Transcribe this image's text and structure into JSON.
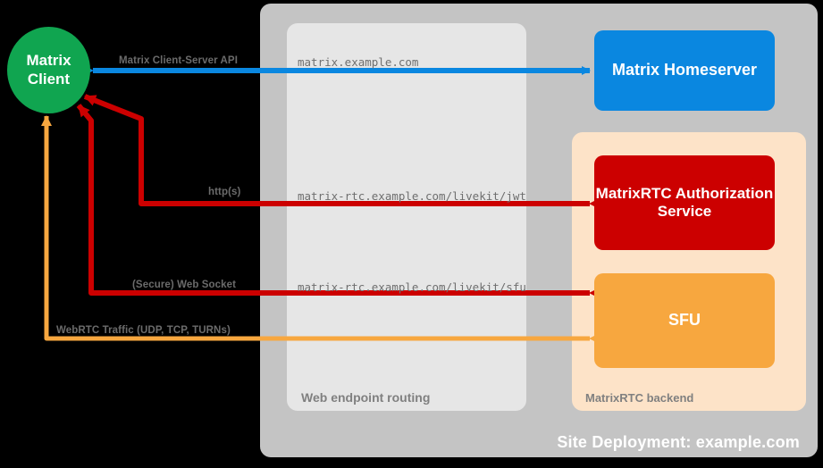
{
  "diagram": {
    "title": "MatrixRTC deployment topology",
    "background": "#000000"
  },
  "site": {
    "label": "Site Deployment: example.com",
    "color": "#c4c4c4"
  },
  "routing": {
    "label": "Web endpoint routing",
    "color": "#e6e6e6",
    "endpoints": [
      {
        "name": "matrix-endpoint",
        "url": "matrix.example.com"
      },
      {
        "name": "jwt-endpoint",
        "url": "matrix-rtc.example.com/livekit/jwt"
      },
      {
        "name": "sfu-endpoint",
        "url": "matrix-rtc.example.com/livekit/sfu"
      }
    ]
  },
  "backend": {
    "label": "MatrixRTC backend",
    "color": "#fde3c8"
  },
  "nodes": {
    "client": {
      "label_line1": "Matrix",
      "label_line2": "Client",
      "color": "#10a550"
    },
    "homeserver": {
      "label": "Matrix Homeserver",
      "color": "#0a87e0"
    },
    "auth_service": {
      "label": "MatrixRTC Authorization Service",
      "color": "#cc0000"
    },
    "sfu": {
      "label": "SFU",
      "color": "#f7a73f"
    }
  },
  "edges": [
    {
      "name": "matrix-client-server-api",
      "label": "Matrix Client-Server API",
      "color": "#0a87e0",
      "direction": "bidirectional"
    },
    {
      "name": "http-s",
      "label": "http(s)",
      "color": "#cc0000",
      "direction": "bidirectional"
    },
    {
      "name": "secure-web-socket",
      "label": "(Secure) Web Socket",
      "color": "#cc0000",
      "direction": "bidirectional"
    },
    {
      "name": "webrtc-traffic",
      "label": "WebRTC Traffic (UDP, TCP, TURNs)",
      "color": "#f7a73f",
      "direction": "bidirectional"
    }
  ]
}
